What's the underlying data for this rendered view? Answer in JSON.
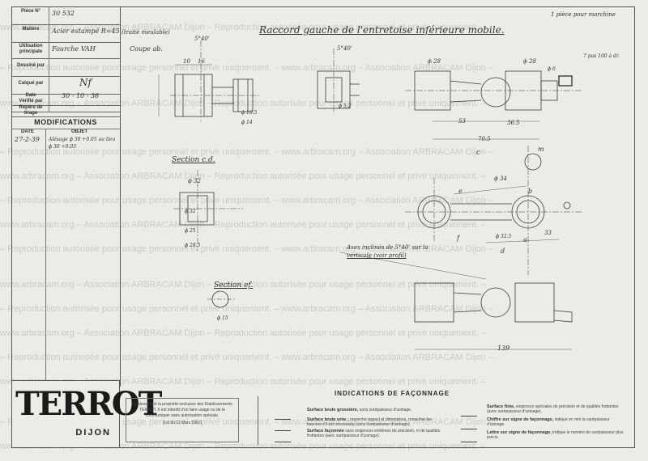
{
  "title_block": {
    "rows": [
      {
        "label": "Pièce N°",
        "value": "30 532"
      },
      {
        "label": "Matière",
        "value": "Acier estampé R=45"
      },
      {
        "label": "Utilisation principale",
        "value": "Fourche VAH"
      },
      {
        "label": "Dessiné par",
        "value": ""
      },
      {
        "label": "Calqué par",
        "value": "Nf"
      },
      {
        "label": "Vérifié par",
        "value": ""
      },
      {
        "label": "Date",
        "value": "30 - 10 - 36"
      },
      {
        "label": "Repère de tirage",
        "value": ""
      }
    ],
    "material_note": "(traité meulable)"
  },
  "modifications": {
    "title": "MODIFICATIONS",
    "date_header": "DATE",
    "object_header": "OBJET",
    "entries": [
      {
        "date": "27-2-39",
        "object": "Alésage ϕ 30 +0.05 au lieu ϕ 30 +0.03"
      }
    ]
  },
  "drawing": {
    "title": "Raccord gauche de l'entretoise inférieure mobile.",
    "top_note": "1 pièce pour marchine",
    "coupe": "Coupe ab.",
    "section_cd": "Section c.d.",
    "section_ef": "Section ef.",
    "axis_note_1": "Axes inclinés de 5°40' sur la",
    "axis_note_2": "verticale (voir profil)",
    "pas_note": "7 pas 100 à dr.",
    "dims": {
      "d5_40": "5°40'",
      "d10": "10",
      "d16": "16",
      "d53": "53",
      "d36_5": "36.5",
      "d70_5": "70.5",
      "d33": "33",
      "d139": "139",
      "phi28": "ϕ 28",
      "phi34": "ϕ 34",
      "phi32": "ϕ 32",
      "phi25": "ϕ 25",
      "phi28_5": "ϕ 28.5",
      "phi16_5": "ϕ 16.5",
      "phi32_5": "ϕ 32.5",
      "phi15": "ϕ 15",
      "phi14": "ϕ 14",
      "phi5_2": "ϕ 5.2",
      "phi6": "ϕ 6"
    },
    "letters": {
      "a": "a",
      "b": "b",
      "c": "c",
      "d": "d",
      "e": "e",
      "f": "f",
      "m": "m"
    }
  },
  "watermark": {
    "line_a": "www.arbracam.org – Association ARBRACAM Dijon – Reproduction autorisée pour usage personnel et privé uniquement. –",
    "line_b": "– Reproduction autorisée pour usage personnel et privé uniquement. – www.arbracam.org – Association ARBRACAM Dijon –"
  },
  "logo": {
    "name": "TERROT",
    "city": "DIJON"
  },
  "notice": {
    "text": "Ce dessin est la propriété exclusive des Etablissements TERROT. Il est interdit d'en faire usage ou de le communiquer sans autorisation spéciale.",
    "law": "(Loi du 11 Mars 1902)"
  },
  "indications": {
    "title": "INDICATIONS DE FAÇONNAGE",
    "items": [
      {
        "head": "Surface brute grossière,",
        "text": "sans surépaisseur d'usinage."
      },
      {
        "head": "Surface brute unie :",
        "text": "respecter aspect et dimensions, retoucher les bavures s'il est nécessaire (sans surépaisseur d'usinage)."
      },
      {
        "head": "Surface façonnée",
        "text": "sans exigences extrêmes de précision, ni de qualités frottantes (avec surépaisseur d'usinage)."
      },
      {
        "head": "Surface finie,",
        "text": "exigences spéciales de précision et de qualités frottantes (avec surépaisseur d'usinage)."
      },
      {
        "head": "Chiffre sur signe de façonnage,",
        "text": "indique en mm la surépaisseur d'usinage."
      },
      {
        "head": "Lettre sur signe de façonnage,",
        "text": "indique le numéro de surépaisseur plus précis."
      }
    ]
  }
}
